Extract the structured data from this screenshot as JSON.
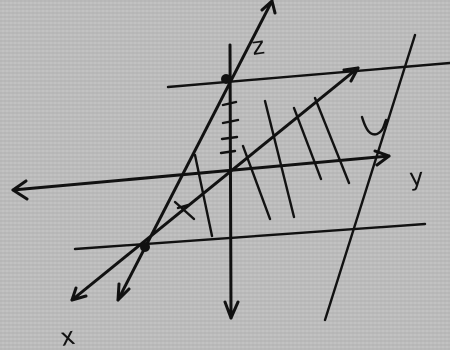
{
  "axes": [
    {
      "name": "z",
      "label": "z"
    },
    {
      "name": "y",
      "label": "y"
    },
    {
      "name": "x",
      "label": "x"
    }
  ],
  "colors": {
    "paper": "#bdbdbd",
    "ink": "#111111"
  }
}
